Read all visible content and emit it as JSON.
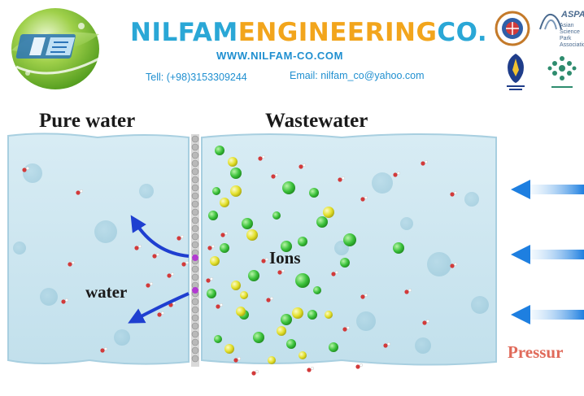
{
  "header": {
    "company_part1": "NILFAM",
    "company_part2": "ENGINEERING",
    "company_part3": "CO.",
    "website": "WWW.NILFAM-CO.COM",
    "tel": "Tell: (+98)3153309244",
    "email": "Email: nilfam_co@yahoo.com",
    "aspa_title": "ASPA",
    "aspa_sub": "Asian Science Park Association",
    "colors": {
      "blue": "#2aa7d6",
      "orange": "#f2a51c"
    }
  },
  "diagram": {
    "label_pure": "Pure water",
    "label_waste": "Wastewater",
    "label_ions": "Ions",
    "label_water": "water",
    "label_pressure": "Pressur",
    "colors": {
      "water_box": "#cfe7f1",
      "ion_green": "#3cc23c",
      "ion_yellow": "#e3e02a",
      "arrow_blue": "#1e7fe0",
      "membrane": "#bfbfbf",
      "pressure_text": "#e06a5a"
    }
  }
}
